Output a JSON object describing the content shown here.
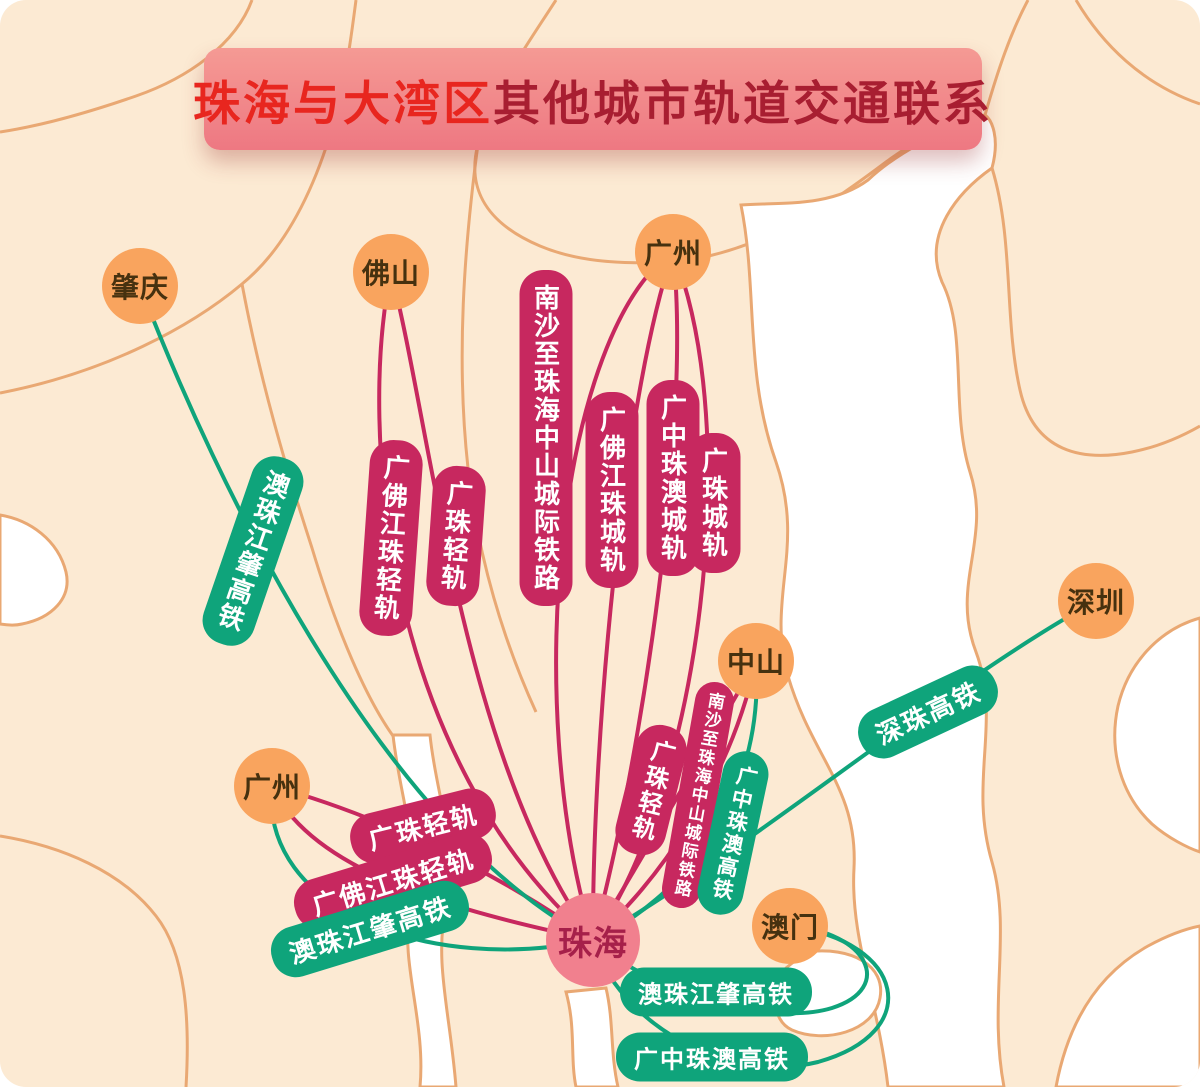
{
  "title": {
    "highlight": "珠海与大湾区",
    "rest": "其他城市轨道交通联系"
  },
  "hub": {
    "label": "珠海"
  },
  "cities": [
    {
      "label": "肇庆"
    },
    {
      "label": "佛山"
    },
    {
      "label": "广州"
    },
    {
      "label": "深圳"
    },
    {
      "label": "中山"
    },
    {
      "label": "广州"
    },
    {
      "label": "澳门"
    }
  ],
  "connections": [
    {
      "from": "广州",
      "to": "珠海",
      "line": "南沙至珠海中山城际铁路",
      "type": "intercity"
    },
    {
      "from": "广州",
      "to": "珠海",
      "line": "广佛江珠城轨",
      "type": "intercity"
    },
    {
      "from": "广州",
      "to": "珠海",
      "line": "广中珠澳城轨",
      "type": "intercity"
    },
    {
      "from": "广州",
      "to": "珠海",
      "line": "广珠城轨",
      "type": "intercity"
    },
    {
      "from": "佛山",
      "to": "珠海",
      "line": "广佛江珠轻轨",
      "type": "intercity"
    },
    {
      "from": "佛山",
      "to": "珠海",
      "line": "广珠轻轨",
      "type": "intercity"
    },
    {
      "from": "中山",
      "to": "珠海",
      "line": "广珠轻轨",
      "type": "intercity"
    },
    {
      "from": "中山",
      "to": "珠海",
      "line": "南沙至珠海中山城际铁路",
      "type": "intercity"
    },
    {
      "from": "中山",
      "to": "珠海",
      "line": "广中珠澳高铁",
      "type": "high-speed"
    },
    {
      "from": "肇庆",
      "to": "珠海",
      "line": "澳珠江肇高铁",
      "type": "high-speed"
    },
    {
      "from": "广州",
      "to": "珠海",
      "line": "广珠轻轨",
      "type": "intercity"
    },
    {
      "from": "广州",
      "to": "珠海",
      "line": "广佛江珠轻轨",
      "type": "intercity"
    },
    {
      "from": "广州",
      "to": "珠海",
      "line": "澳珠江肇高铁",
      "type": "high-speed"
    },
    {
      "from": "深圳",
      "to": "珠海",
      "line": "深珠高铁",
      "type": "high-speed"
    },
    {
      "from": "澳门",
      "to": "珠海",
      "line": "澳珠江肇高铁",
      "type": "high-speed"
    },
    {
      "from": "澳门",
      "to": "珠海",
      "line": "广中珠澳高铁",
      "type": "high-speed"
    }
  ],
  "colors": {
    "intercity_line": "#c7285f",
    "high_speed_line": "#0fa47b",
    "city_fill": "#f9a45e",
    "hub_fill": "#f1808e",
    "land": "#fcead3",
    "map_border": "#e9a873",
    "water": "#ffffff",
    "title_bg": "#ee7882"
  }
}
